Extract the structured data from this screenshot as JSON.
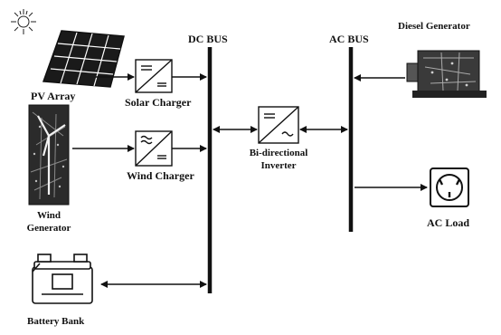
{
  "buses": {
    "dc_label": "DC BUS",
    "ac_label": "AC BUS"
  },
  "components": {
    "pv_array": "PV Array",
    "solar_charger": "Solar Charger",
    "wind_charger": "Wind Charger",
    "wind_generator_line1": "Wind",
    "wind_generator_line2": "Generator",
    "battery_bank": "Battery Bank",
    "bidirectional_inverter_line1": "Bi-directional",
    "bidirectional_inverter_line2": "Inverter",
    "diesel_generator": "Diesel Generator",
    "ac_load": "AC Load"
  },
  "colors": {
    "ink": "#111111",
    "background": "#ffffff"
  }
}
